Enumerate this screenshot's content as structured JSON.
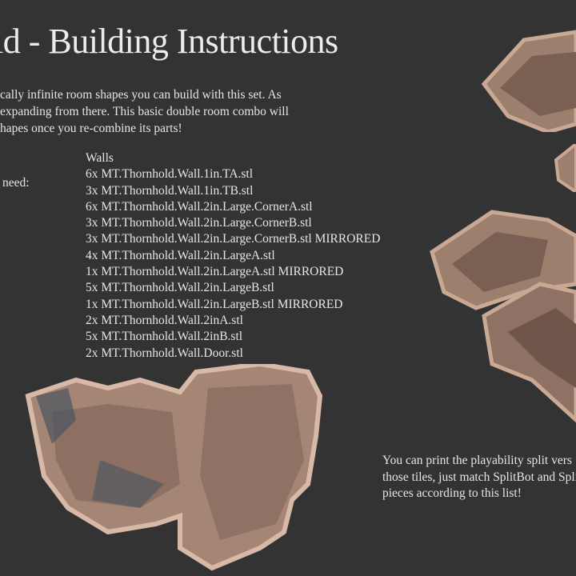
{
  "title": "ld - Building Instructions",
  "intro": [
    "cally infinite room shapes you can build with this set. As",
    " expanding from there. This basic double room combo will",
    "hapes once you re-combine its parts!"
  ],
  "need_label": "need:",
  "parts": {
    "heading": "Walls",
    "items": [
      "6x MT.Thornhold.Wall.1in.TA.stl",
      "3x MT.Thornhold.Wall.1in.TB.stl",
      "6x MT.Thornhold.Wall.2in.Large.CornerA.stl",
      "3x MT.Thornhold.Wall.2in.Large.CornerB.stl",
      "3x MT.Thornhold.Wall.2in.Large.CornerB.stl MIRRORED",
      "4x MT.Thornhold.Wall.2in.LargeA.stl",
      "1x MT.Thornhold.Wall.2in.LargeA.stl MIRRORED",
      "5x MT.Thornhold.Wall.2in.LargeB.stl",
      "1x MT.Thornhold.Wall.2in.LargeB.stl MIRRORED",
      "2x MT.Thornhold.Wall.2inA.stl",
      "5x MT.Thornhold.Wall.2inB.stl",
      "2x MT.Thornhold.Wall.Door.stl"
    ]
  },
  "note": [
    "You can print the playability split vers",
    "those tiles, just match SplitBot and Split",
    "pieces according to this list!"
  ],
  "colors": {
    "background": "#333333",
    "text": "#e6e6e6",
    "stone": "#b89a88",
    "stone_dark": "#7d6558",
    "shadow": "#4a5460"
  }
}
